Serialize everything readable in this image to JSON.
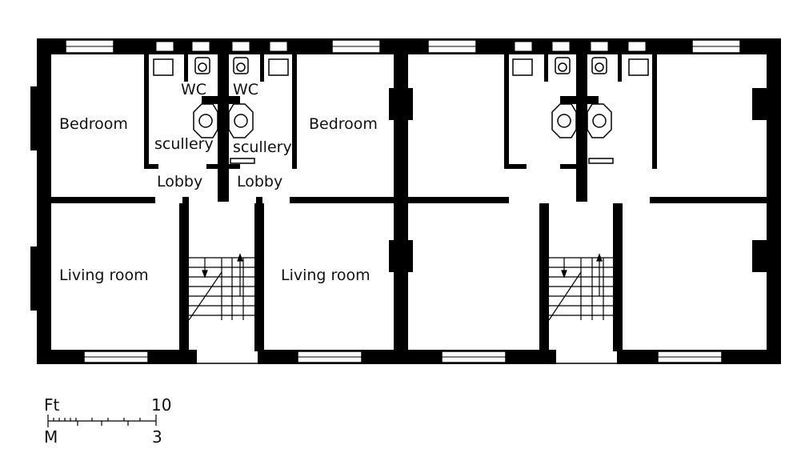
{
  "plan": {
    "wall_color": "#000000",
    "background": "#ffffff",
    "labels": {
      "bedroom_left": "Bedroom",
      "bedroom_right": "Bedroom",
      "wc_left": "WC",
      "wc_right": "WC",
      "scullery_left": "scullery",
      "scullery_right": "scullery",
      "lobby_left": "Lobby",
      "lobby_right": "Lobby",
      "living_left": "Living room",
      "living_right": "Living room"
    }
  },
  "scale_bar": {
    "unit_top": "Ft",
    "value_top": "10",
    "unit_bottom": "M",
    "value_bottom": "3"
  }
}
